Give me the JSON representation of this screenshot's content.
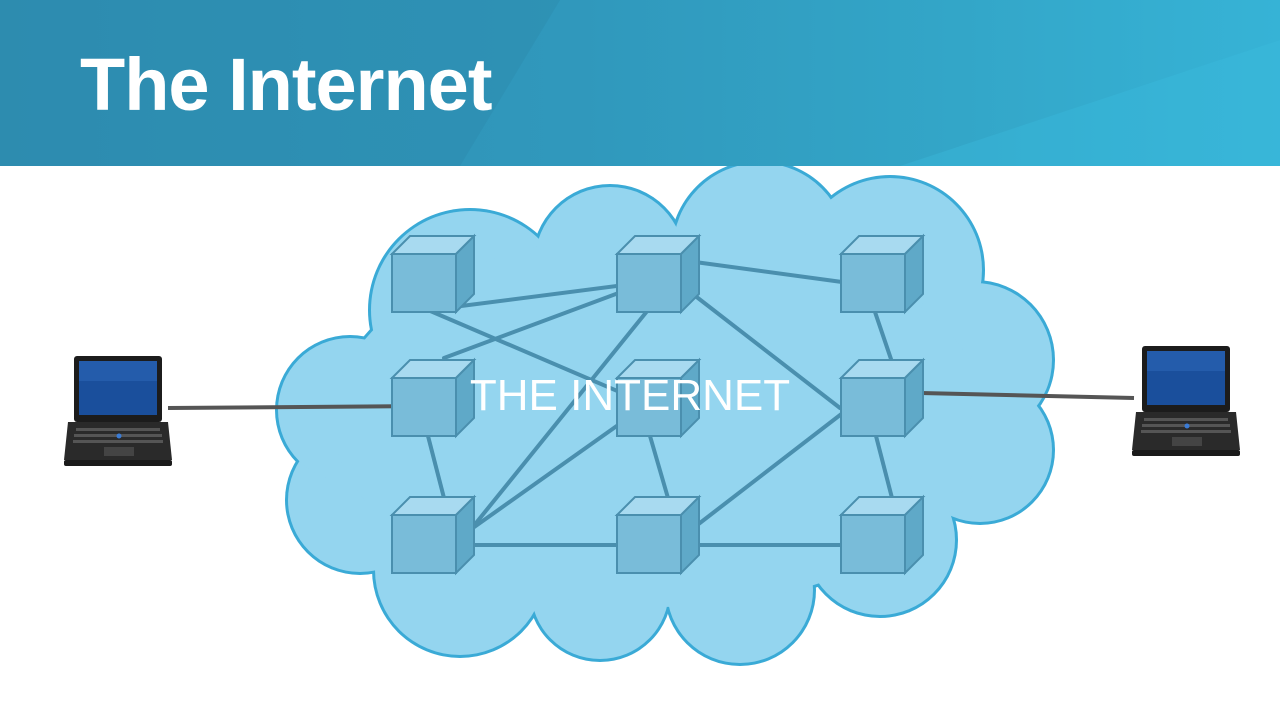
{
  "slide": {
    "title": "The Internet"
  },
  "diagram": {
    "cloud_label": "THE INTERNET",
    "colors": {
      "header": "#3098bc",
      "cloud_fill": "#94d5ef",
      "cloud_stroke": "#3aaad6",
      "router_front": "#79bcd9",
      "router_top": "#a8daf0",
      "router_side": "#5fa9c8",
      "link": "#4a8fae",
      "host_link": "#555555"
    },
    "routers": [
      {
        "id": "r1",
        "name": "router-top-left"
      },
      {
        "id": "r2",
        "name": "router-top-center"
      },
      {
        "id": "r3",
        "name": "router-top-right"
      },
      {
        "id": "r4",
        "name": "router-middle-left"
      },
      {
        "id": "r5",
        "name": "router-middle-center"
      },
      {
        "id": "r6",
        "name": "router-middle-right"
      },
      {
        "id": "r7",
        "name": "router-bottom-left"
      },
      {
        "id": "r8",
        "name": "router-bottom-center"
      },
      {
        "id": "r9",
        "name": "router-bottom-right"
      }
    ],
    "hosts": [
      {
        "id": "laptop-left",
        "name": "laptop-left-icon"
      },
      {
        "id": "laptop-right",
        "name": "laptop-right-icon"
      }
    ]
  }
}
